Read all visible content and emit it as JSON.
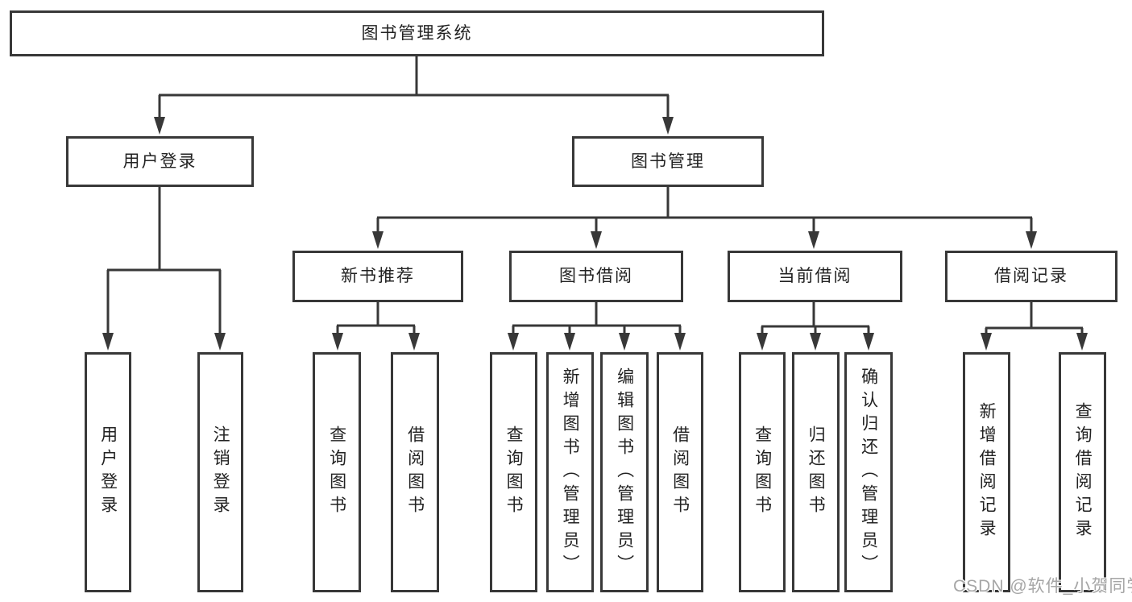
{
  "tree": {
    "root": {
      "label": "图书管理系统",
      "children": [
        {
          "label": "用户登录",
          "children": [
            {
              "label": "用户登录"
            },
            {
              "label": "注销登录"
            }
          ]
        },
        {
          "label": "图书管理",
          "children": [
            {
              "label": "新书推荐",
              "children": [
                {
                  "label": "查询图书"
                },
                {
                  "label": "借阅图书"
                }
              ]
            },
            {
              "label": "图书借阅",
              "children": [
                {
                  "label": "查询图书"
                },
                {
                  "label": "新增图书（管理员）"
                },
                {
                  "label": "编辑图书（管理员）"
                },
                {
                  "label": "借阅图书"
                }
              ]
            },
            {
              "label": "当前借阅",
              "children": [
                {
                  "label": "查询图书"
                },
                {
                  "label": "归还图书"
                },
                {
                  "label": "确认归还（管理员）"
                }
              ]
            },
            {
              "label": "借阅记录",
              "children": [
                {
                  "label": "新增借阅记录"
                },
                {
                  "label": "查询借阅记录"
                }
              ]
            }
          ]
        }
      ]
    }
  },
  "watermark": {
    "text": "CSDN @软件_小贺同学"
  },
  "colors": {
    "line": "#383838",
    "box_border": "#383838",
    "text": "#222222",
    "background": "#ffffff",
    "watermark": "#a6a6a6"
  }
}
